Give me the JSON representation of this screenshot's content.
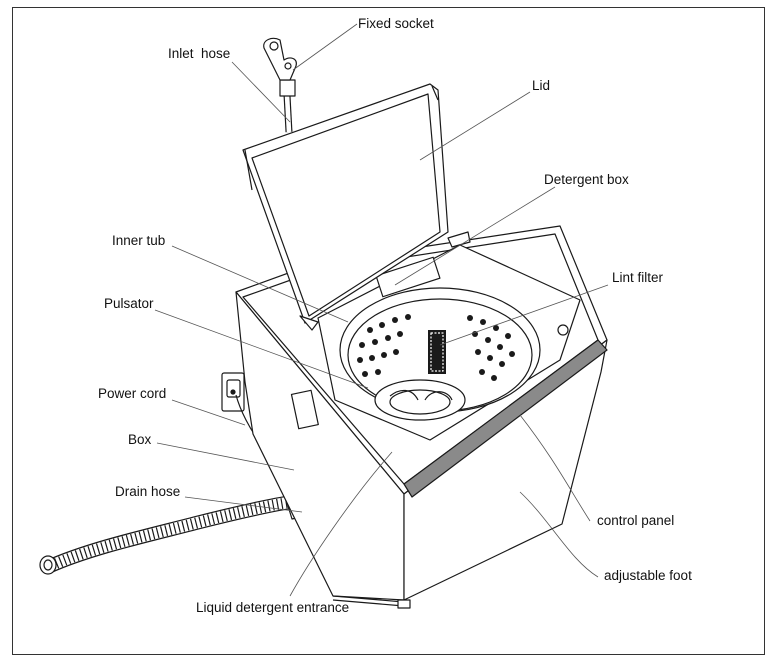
{
  "labels": {
    "fixed_socket": "Fixed socket",
    "inlet_hose": "Inlet  hose",
    "lid": "Lid",
    "detergent_box": "Detergent box",
    "inner_tub": "Inner tub",
    "lint_filter": "Lint filter",
    "pulsator": "Pulsator",
    "power_cord": "Power cord",
    "box": "Box",
    "drain_hose": "Drain hose",
    "control_panel": "control panel",
    "adjustable_foot": "adjustable foot",
    "liquid_detergent_entrance": "Liquid detergent entrance"
  },
  "colors": {
    "line": "#1a1a1a",
    "leader": "#555555",
    "panel_fill": "#8a8a8a",
    "body_fill": "#ffffff"
  }
}
